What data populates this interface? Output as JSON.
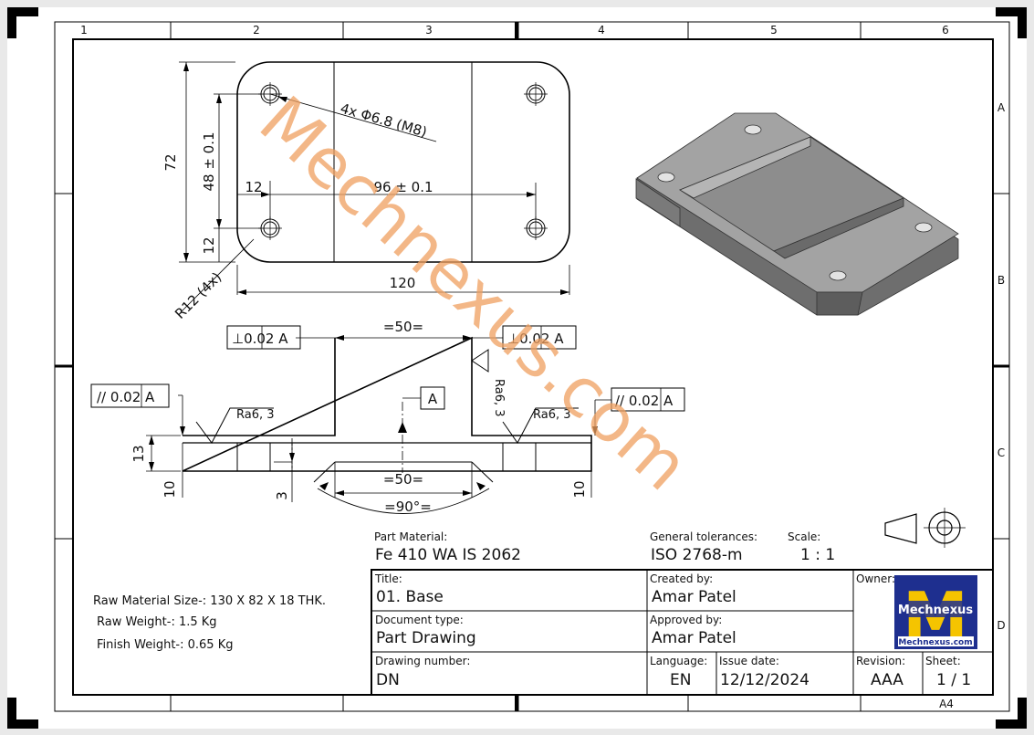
{
  "border": {
    "columns": [
      "1",
      "2",
      "3",
      "4",
      "5",
      "6"
    ],
    "rows": [
      "A",
      "B",
      "C",
      "D"
    ],
    "paper_size": "A4"
  },
  "top_view": {
    "dim_72": "72",
    "dim_48": "48 ± 0.1",
    "dim_12_side": "12",
    "dim_12_top": "12",
    "dim_96": "96 ± 0.1",
    "dim_120": "120",
    "hole_callout": "4x Φ6.8 (M8)",
    "radius_callout": "R12 (4x)"
  },
  "front_view": {
    "gdt_perp_left": "⊥0.02 A",
    "gdt_perp_right": "⊥0.02 A",
    "gdt_parallel_left": "// 0.02 A",
    "gdt_parallel_right": "// 0.02 A",
    "dim_slot": "=50=",
    "dim_bottom": "=50=",
    "dim_angle": "=90°=",
    "datum": "A",
    "roughness_left": "Ra6, 3",
    "roughness_right": "Ra6, 3",
    "roughness_slot": "Ra6, 3",
    "dim_13": "13",
    "dim_10_left": "10",
    "dim_10_right": "10",
    "dim_3": "3"
  },
  "watermark": "Mechnexus.com",
  "notes": {
    "raw_size": "Raw Material Size-: 130 X 82 X 18 THK.",
    "raw_weight": "Raw Weight-: 1.5 Kg",
    "finish_weight": "Finish Weight-: 0.65 Kg"
  },
  "title_block": {
    "part_material_label": "Part Material:",
    "part_material": "Fe 410 WA IS 2062",
    "general_tol_label": "General tolerances:",
    "general_tol": "ISO 2768-m",
    "scale_label": "Scale:",
    "scale": "1 : 1",
    "title_label": "Title:",
    "title": "01. Base",
    "created_label": "Created by:",
    "created": "Amar Patel",
    "owner_label": "Owner:",
    "doc_type_label": "Document type:",
    "doc_type": "Part Drawing",
    "approved_label": "Approved by:",
    "approved": "Amar Patel",
    "drawing_no_label": "Drawing number:",
    "drawing_no": "DN",
    "language_label": "Language:",
    "language": "EN",
    "issue_label": "Issue date:",
    "issue": "12/12/2024",
    "revision_label": "Revision:",
    "revision": "AAA",
    "sheet_label": "Sheet:",
    "sheet": "1 / 1"
  },
  "logo": {
    "letter": "M",
    "name": "Mechnexus",
    "url": "Mechnexus.com",
    "bg_color": "#1e2f8f",
    "letter_color": "#f5c400"
  },
  "colors": {
    "watermark": "#f0a060",
    "part_fill": "#8a8a8a"
  }
}
